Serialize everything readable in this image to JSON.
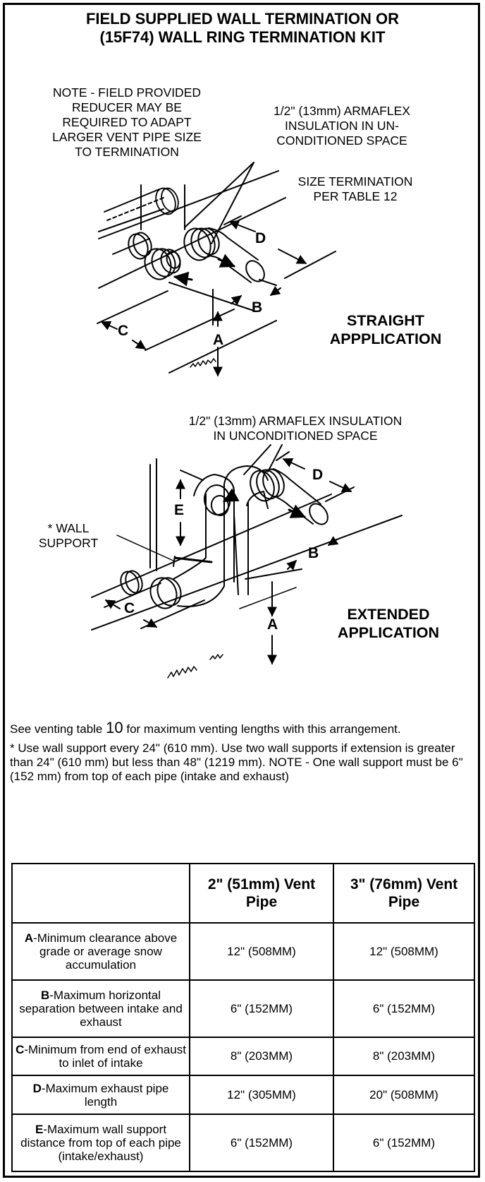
{
  "title": {
    "line1": "FIELD SUPPLIED WALL TERMINATION OR",
    "line2": "(15F74) WALL RING TERMINATION KIT"
  },
  "straight": {
    "note_lines": [
      "NOTE - FIELD PROVIDED",
      "REDUCER MAY BE",
      "REQUIRED TO ADAPT",
      "LARGER VENT PIPE SIZE",
      "TO TERMINATION"
    ],
    "insulation_lines": [
      "1/2\" (13mm) ARMAFLEX",
      "INSULATION IN UN-",
      "CONDITIONED SPACE"
    ],
    "size_lines": [
      "SIZE TERMINATION",
      "PER TABLE 12"
    ],
    "application_lines": [
      "STRAIGHT",
      "APPPLICATION"
    ],
    "dims": {
      "a": "A",
      "b": "B",
      "c": "C",
      "d": "D"
    }
  },
  "extended": {
    "insulation_lines": [
      "1/2\" (13mm) ARMAFLEX INSULATION",
      "IN UNCONDITIONED SPACE"
    ],
    "wall_support_lines": [
      "* WALL",
      "SUPPORT"
    ],
    "application_lines": [
      "EXTENDED",
      "APPLICATION"
    ],
    "dims": {
      "a": "A",
      "b": "B",
      "c": "C",
      "d": "D",
      "e": "E"
    }
  },
  "notes": {
    "see_prefix": "See venting table",
    "see_number": "10",
    "see_suffix": "for maximum venting lengths with this arrangement.",
    "wall_support": "* Use wall support every 24\" (610 mm). Use two wall supports if extension is greater than 24\" (610 mm) but less than 48\" (1219 mm). NOTE - One wall support must be 6\" (152 mm) from top of each pipe (intake and exhaust)"
  },
  "table": {
    "headers": [
      "",
      "2\" (51mm) Vent Pipe",
      "3\" (76mm) Vent Pipe"
    ],
    "rows": [
      {
        "letter": "A",
        "desc": "-Minimum clearance above grade or average snow accumulation",
        "v2": "12\" (508MM)",
        "v3": "12\" (508MM)"
      },
      {
        "letter": "B",
        "desc": "-Maximum horizontal separation between intake and exhaust",
        "v2": "6\" (152MM)",
        "v3": "6\" (152MM)"
      },
      {
        "letter": "C",
        "desc": "-Minimum from end of exhaust to inlet of  intake",
        "v2": "8\" (203MM)",
        "v3": "8\" (203MM)"
      },
      {
        "letter": "D",
        "desc": "-Maximum exhaust pipe length",
        "v2": "12\" (305MM)",
        "v3": "20\" (508MM)"
      },
      {
        "letter": "E",
        "desc": "-Maximum wall support distance from top of each pipe (intake/exhaust)",
        "v2": "6\" (152MM)",
        "v3": "6\" (152MM)"
      }
    ]
  }
}
